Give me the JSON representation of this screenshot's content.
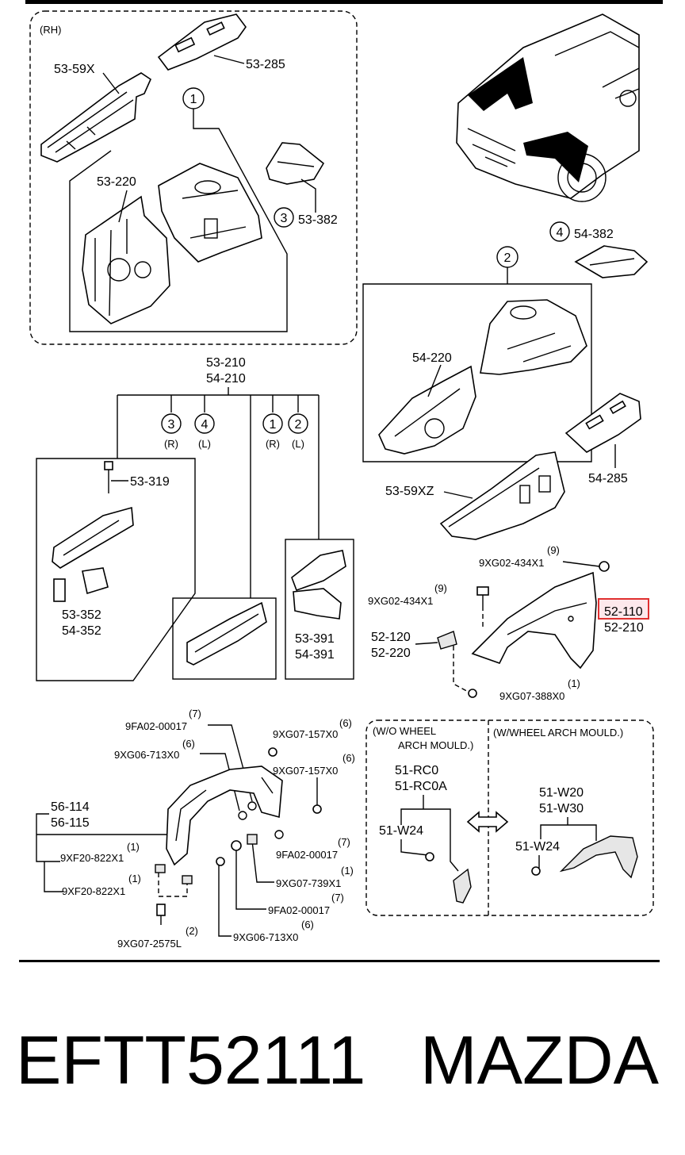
{
  "callouts": {
    "rh": "(RH)",
    "c1_top": "1",
    "c3_top": "3",
    "c4_top": "4",
    "c2_top": "2",
    "c3_mid": "3",
    "c4_mid": "4",
    "c1_mid": "1",
    "c2_mid": "2",
    "r_3": "(R)",
    "l_4": "(L)",
    "r_1": "(R)",
    "l_2": "(L)",
    "p53_59x": "53-59X",
    "p53_285": "53-285",
    "p53_220": "53-220",
    "p53_382": "53-382",
    "p54_382": "54-382",
    "p54_220": "54-220",
    "p54_285": "54-285",
    "p53_59xz": "53-59XZ",
    "p53_210": "53-210",
    "p54_210": "54-210",
    "p53_319": "53-319",
    "p53_352": "53-352",
    "p54_352": "54-352",
    "p53_391": "53-391",
    "p54_391": "54-391",
    "q9a": "(9)",
    "p9xg02_a": "9XG02-434X1",
    "q9b": "(9)",
    "p9xg02_b": "9XG02-434X1",
    "p52_110": "52-110",
    "p52_210": "52-210",
    "p52_120": "52-120",
    "p52_220": "52-220",
    "q1a": "(1)",
    "p9xg07_388": "9XG07-388X0",
    "q7a": "(7)",
    "p9fa02_a": "9FA02-00017",
    "q6a": "(6)",
    "p9xg06_a": "9XG06-713X0",
    "q6b": "(6)",
    "p9xg07_157a": "9XG07-157X0",
    "q6c": "(6)",
    "p9xg07_157b": "9XG07-157X0",
    "p56_114": "56-114",
    "p56_115": "56-115",
    "q1b": "(1)",
    "p9xf20_a": "9XF20-822X1",
    "q1c": "(1)",
    "p9xf20_b": "9XF20-822X1",
    "q7b": "(7)",
    "p9fa02_b": "9FA02-00017",
    "q1d": "(1)",
    "p9xg07_739": "9XG07-739X1",
    "q7c": "(7)",
    "p9fa02_c": "9FA02-00017",
    "q6d": "(6)",
    "p9xg06_b": "9XG06-713X0",
    "q2a": "(2)",
    "p9xg07_2575": "9XG07-2575L",
    "wo_wheel_1": "(W/O WHEEL",
    "wo_wheel_2": "ARCH MOULD.)",
    "w_wheel": "(W/WHEEL ARCH MOULD.)",
    "p51_rc0": "51-RC0",
    "p51_rc0a": "51-RC0A",
    "p51_w24_a": "51-W24",
    "p51_w20": "51-W20",
    "p51_w30": "51-W30",
    "p51_w24_b": "51-W24"
  },
  "footer": {
    "part_number": "EFTT52111",
    "brand": "MAZDA"
  },
  "highlight": {
    "color": "#e03030",
    "fill": "#fde8ec"
  }
}
